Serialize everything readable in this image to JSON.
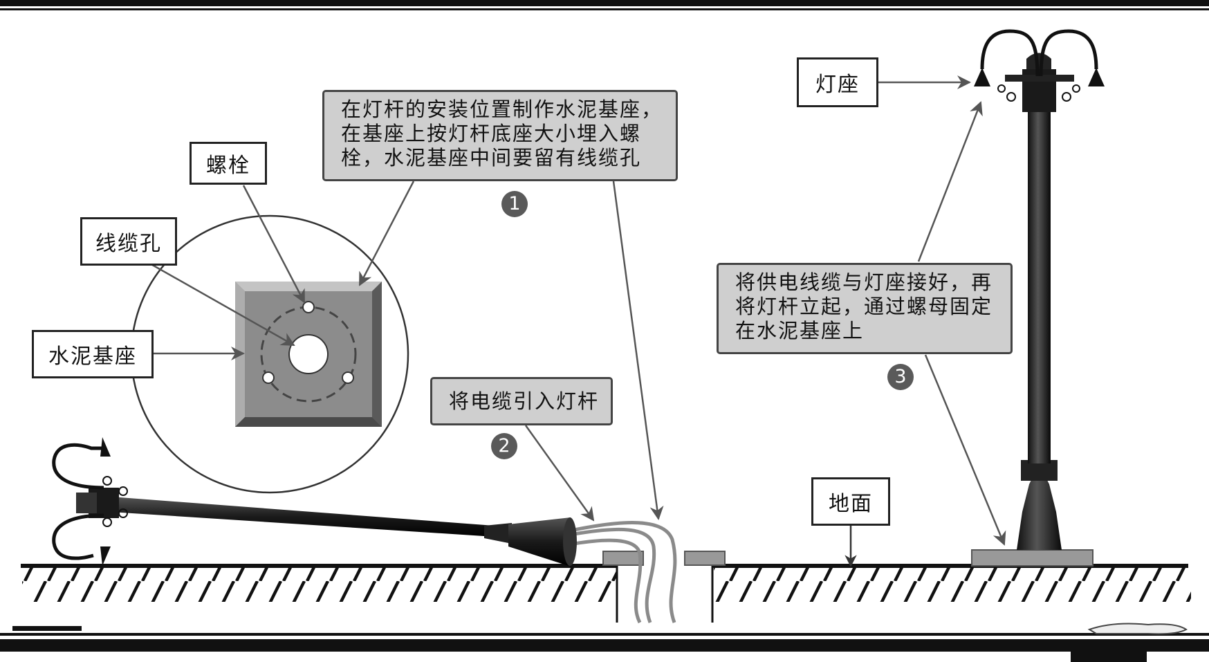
{
  "labels": {
    "bolt": "螺栓",
    "cable_hole": "线缆孔",
    "concrete_base": "水泥基座",
    "lamp_holder": "灯座",
    "ground": "地面"
  },
  "steps": [
    {
      "number": "1",
      "lines": [
        "在灯杆的安装位置制作水泥基座，",
        "在基座上按灯杆底座大小埋入螺",
        "栓，水泥基座中间要留有线缆孔"
      ]
    },
    {
      "number": "2",
      "lines": [
        "将电缆引入灯杆"
      ]
    },
    {
      "number": "3",
      "lines": [
        "将供电线缆与灯座接好，再",
        "将灯杆立起，通过螺母固定",
        "在水泥基座上"
      ]
    }
  ],
  "colors": {
    "note_fill": "#cfcfcf",
    "step_badge": "#5a5a5a",
    "base_fill": "#8c8c8c",
    "pole": "#1e1e1e"
  }
}
